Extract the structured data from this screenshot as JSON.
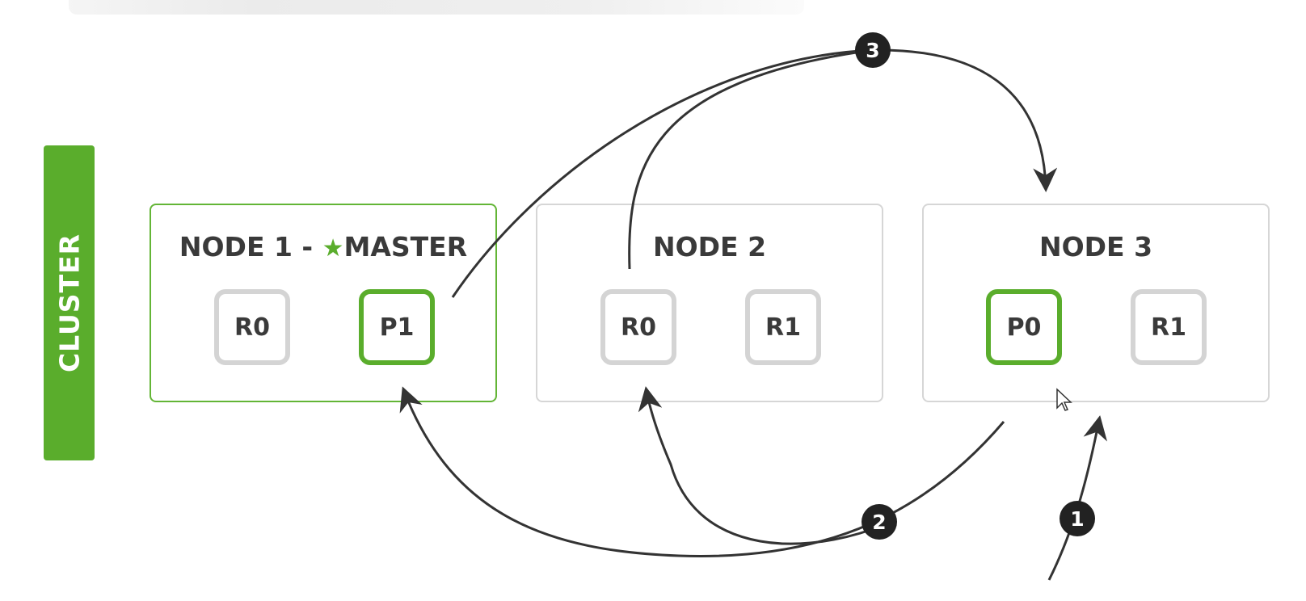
{
  "cluster_label": "CLUSTER",
  "nodes": [
    {
      "title_prefix": "NODE 1 - ",
      "star": "★",
      "title_suffix": "MASTER",
      "shards": [
        "R0",
        "P1"
      ]
    },
    {
      "title": "NODE 2",
      "shards": [
        "R0",
        "R1"
      ]
    },
    {
      "title": "NODE 3",
      "shards": [
        "P0",
        "R1"
      ]
    }
  ],
  "steps": [
    "1",
    "2",
    "3"
  ],
  "colors": {
    "accent_green": "#5aad2c",
    "replica_border": "#d4d4d4",
    "arrow": "#333333"
  }
}
